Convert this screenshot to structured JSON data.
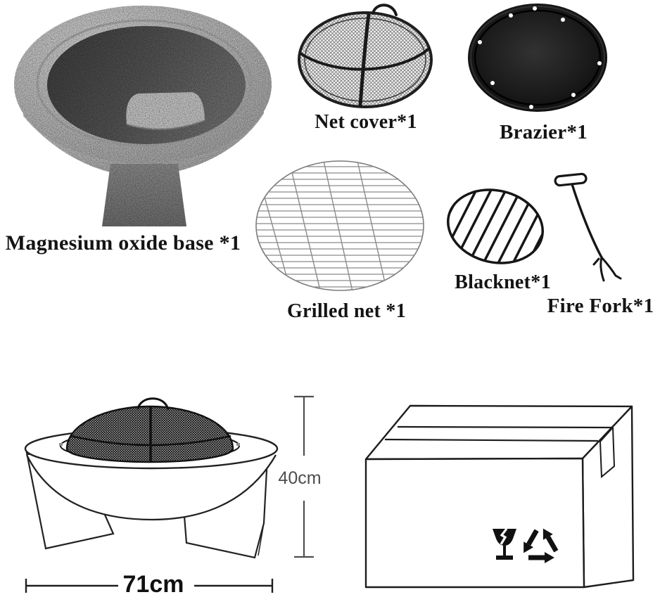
{
  "product_kit": {
    "parts": [
      {
        "name": "magnesium-oxide-base",
        "label": "Magnesium oxide base *1"
      },
      {
        "name": "net-cover",
        "label": "Net cover*1"
      },
      {
        "name": "brazier",
        "label": "Brazier*1"
      },
      {
        "name": "grilled-net",
        "label": "Grilled net *1"
      },
      {
        "name": "blacknet",
        "label": "Blacknet*1"
      },
      {
        "name": "fire-fork",
        "label": "Fire Fork*1"
      }
    ]
  },
  "dimensions": {
    "height_label": "40cm",
    "width_label": "71cm"
  },
  "packaging": {
    "icons": [
      {
        "name": "fragile-icon"
      },
      {
        "name": "recycle-icon"
      }
    ]
  },
  "colors": {
    "background": "#ffffff",
    "line_art": "#1c1c1c",
    "label_text": "#141414",
    "base_light_gray": "#c0c0c0",
    "base_dark_gray": "#4c4c4c",
    "brazier_black": "#0d0d0d",
    "dimension_text_light": "#4d4d4d"
  }
}
